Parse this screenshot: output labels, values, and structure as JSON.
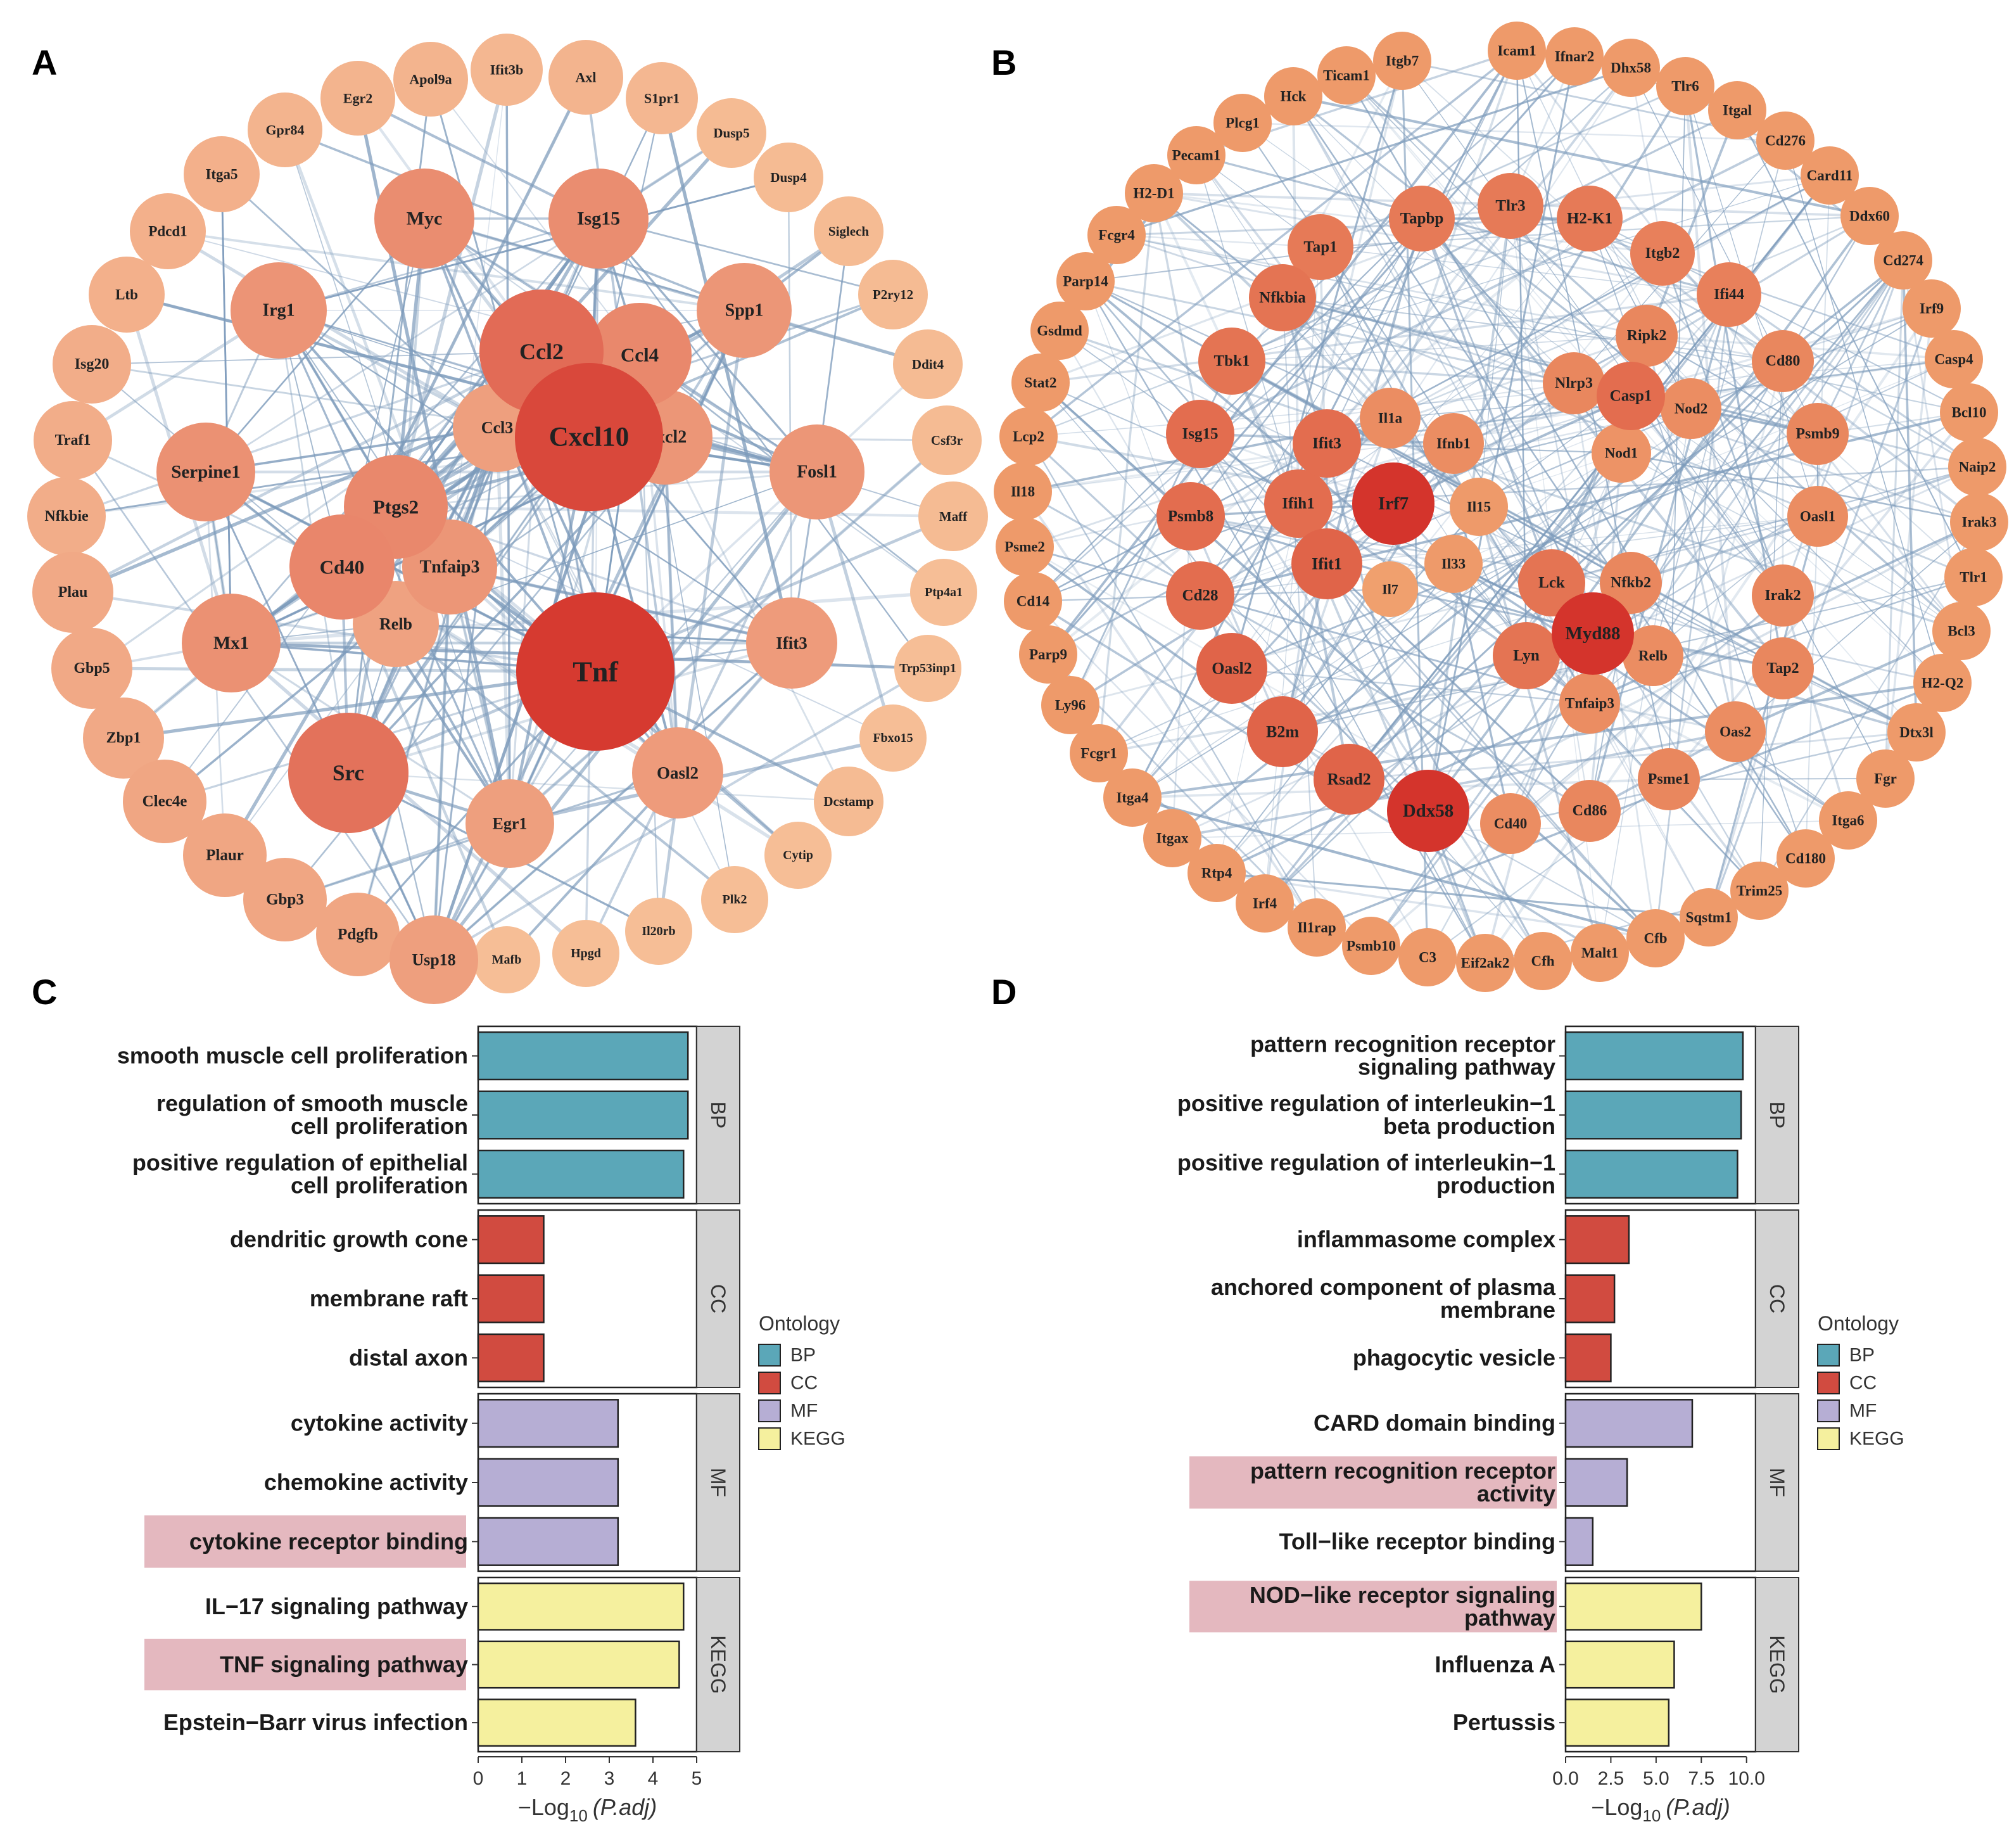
{
  "panels": {
    "A": {
      "letter": "A",
      "center": [
        0,
        0
      ],
      "nodes": [
        {
          "label": "Tnf",
          "size": 1.0
        },
        {
          "label": "Cxcl10",
          "size": 0.92
        },
        {
          "label": "Ccl2",
          "size": 0.72
        },
        {
          "label": "Src",
          "size": 0.68
        },
        {
          "label": "Ccl4",
          "size": 0.55
        },
        {
          "label": "Ptgs2",
          "size": 0.55
        },
        {
          "label": "Cd40",
          "size": 0.56
        },
        {
          "label": "Myc",
          "size": 0.52
        },
        {
          "label": "Isg15",
          "size": 0.52
        },
        {
          "label": "Mx1",
          "size": 0.5
        },
        {
          "label": "Serpine1",
          "size": 0.5
        },
        {
          "label": "Irg1",
          "size": 0.48
        },
        {
          "label": "Spp1",
          "size": 0.47
        },
        {
          "label": "Cxcl2",
          "size": 0.47
        },
        {
          "label": "Tnfaip3",
          "size": 0.47
        },
        {
          "label": "Fosl1",
          "size": 0.47
        },
        {
          "label": "Ifit3",
          "size": 0.44
        },
        {
          "label": "Oasl2",
          "size": 0.44
        },
        {
          "label": "Ccl3",
          "size": 0.42
        },
        {
          "label": "Egr1",
          "size": 0.42
        },
        {
          "label": "Usp18",
          "size": 0.42
        },
        {
          "label": "Relb",
          "size": 0.4
        },
        {
          "label": "Pdgfb",
          "size": 0.38
        },
        {
          "label": "Gbp3",
          "size": 0.38
        },
        {
          "label": "Plaur",
          "size": 0.38
        },
        {
          "label": "Clec4e",
          "size": 0.38
        },
        {
          "label": "Zbp1",
          "size": 0.36
        },
        {
          "label": "Gbp5",
          "size": 0.36
        },
        {
          "label": "Plau",
          "size": 0.36
        },
        {
          "label": "Nfkbie",
          "size": 0.34
        },
        {
          "label": "Traf1",
          "size": 0.34
        },
        {
          "label": "Isg20",
          "size": 0.34
        },
        {
          "label": "Ltb",
          "size": 0.32
        },
        {
          "label": "Pdcd1",
          "size": 0.32
        },
        {
          "label": "Itga5",
          "size": 0.32
        },
        {
          "label": "Gpr84",
          "size": 0.3
        },
        {
          "label": "Egr2",
          "size": 0.3
        },
        {
          "label": "Apol9a",
          "size": 0.3
        },
        {
          "label": "Ifit3b",
          "size": 0.28
        },
        {
          "label": "Axl",
          "size": 0.3
        },
        {
          "label": "S1pr1",
          "size": 0.28
        },
        {
          "label": "Dusp5",
          "size": 0.26
        },
        {
          "label": "Dusp4",
          "size": 0.26
        },
        {
          "label": "Siglech",
          "size": 0.26
        },
        {
          "label": "P2ry12",
          "size": 0.26
        },
        {
          "label": "Ddit4",
          "size": 0.26
        },
        {
          "label": "Csf3r",
          "size": 0.26
        },
        {
          "label": "Maff",
          "size": 0.26
        },
        {
          "label": "Ptp4a1",
          "size": 0.24
        },
        {
          "label": "Trp53inp1",
          "size": 0.24
        },
        {
          "label": "Fbxo15",
          "size": 0.24
        },
        {
          "label": "Dcstamp",
          "size": 0.26
        },
        {
          "label": "Cytip",
          "size": 0.24
        },
        {
          "label": "Plk2",
          "size": 0.24
        },
        {
          "label": "Il20rb",
          "size": 0.24
        },
        {
          "label": "Hpgd",
          "size": 0.24
        },
        {
          "label": "Mafb",
          "size": 0.24
        }
      ]
    },
    "B": {
      "letter": "B",
      "nodes": [
        {
          "label": "Irf7",
          "size": 0.7
        },
        {
          "label": "Myd88",
          "size": 0.7
        },
        {
          "label": "Ddx58",
          "size": 0.7
        },
        {
          "label": "Rsad2",
          "size": 0.55
        },
        {
          "label": "B2m",
          "size": 0.55
        },
        {
          "label": "Oasl2",
          "size": 0.55
        },
        {
          "label": "Ifit1",
          "size": 0.55
        },
        {
          "label": "Ifih1",
          "size": 0.52
        },
        {
          "label": "Ifit3",
          "size": 0.52
        },
        {
          "label": "Cd28",
          "size": 0.52
        },
        {
          "label": "Psmb8",
          "size": 0.52
        },
        {
          "label": "Isg15",
          "size": 0.52
        },
        {
          "label": "Casp1",
          "size": 0.52
        },
        {
          "label": "Lyn",
          "size": 0.5
        },
        {
          "label": "Lck",
          "size": 0.5
        },
        {
          "label": "Tbk1",
          "size": 0.5
        },
        {
          "label": "Nfkbia",
          "size": 0.5
        },
        {
          "label": "Tap1",
          "size": 0.48
        },
        {
          "label": "Tapbp",
          "size": 0.48
        },
        {
          "label": "Tlr3",
          "size": 0.48
        },
        {
          "label": "H2-K1",
          "size": 0.48
        },
        {
          "label": "Itgb2",
          "size": 0.46
        },
        {
          "label": "Ifi44",
          "size": 0.46
        },
        {
          "label": "Ripk2",
          "size": 0.44
        },
        {
          "label": "Cd80",
          "size": 0.44
        },
        {
          "label": "Nlrp3",
          "size": 0.44
        },
        {
          "label": "Nod2",
          "size": 0.42
        },
        {
          "label": "Psmb9",
          "size": 0.44
        },
        {
          "label": "Nod1",
          "size": 0.4
        },
        {
          "label": "Il1a",
          "size": 0.42
        },
        {
          "label": "Ifnb1",
          "size": 0.42
        },
        {
          "label": "Il15",
          "size": 0.38
        },
        {
          "label": "Il33",
          "size": 0.38
        },
        {
          "label": "Il7",
          "size": 0.36
        },
        {
          "label": "Nfkb2",
          "size": 0.44
        },
        {
          "label": "Relb",
          "size": 0.42
        },
        {
          "label": "Tnfaip3",
          "size": 0.42
        },
        {
          "label": "Irak2",
          "size": 0.44
        },
        {
          "label": "Tap2",
          "size": 0.44
        },
        {
          "label": "Oas2",
          "size": 0.42
        },
        {
          "label": "Psme1",
          "size": 0.44
        },
        {
          "label": "Cd86",
          "size": 0.44
        },
        {
          "label": "Cd40",
          "size": 0.42
        },
        {
          "label": "Oasl1",
          "size": 0.42
        }
      ],
      "ring": [
        "Icam1",
        "Ifnar2",
        "Dhx58",
        "Tlr6",
        "Itgal",
        "Cd276",
        "Card11",
        "Ddx60",
        "Cd274",
        "Irf9",
        "Casp4",
        "Bcl10",
        "Naip2",
        "Irak3",
        "Tlr1",
        "Bcl3",
        "H2-Q2",
        "Dtx3l",
        "Fgr",
        "Itga6",
        "Cd180",
        "Trim25",
        "Sqstm1",
        "Cfb",
        "Malt1",
        "Cfh",
        "Eif2ak2",
        "C3",
        "Psmb10",
        "Il1rap",
        "Irf4",
        "Rtp4",
        "Itgax",
        "Itga4",
        "Fcgr1",
        "Ly96",
        "Parp9",
        "Cd14",
        "Psme2",
        "Il18",
        "Lcp2",
        "Stat2",
        "Gsdmd",
        "Parp14",
        "Fcgr4",
        "H2-D1",
        "Pecam1",
        "Plcg1",
        "Hck",
        "Ticam1",
        "Itgb7"
      ]
    },
    "C": {
      "letter": "C"
    },
    "D": {
      "letter": "D"
    }
  },
  "chart_data": [
    {
      "type": "bar",
      "panel": "C",
      "orientation": "horizontal",
      "facets": [
        {
          "name": "BP",
          "color": "#5ba7b8",
          "bars": [
            {
              "term": [
                "smooth muscle cell proliferation"
              ],
              "value": 4.8,
              "highlight": false
            },
            {
              "term": [
                "regulation of smooth muscle",
                "cell proliferation"
              ],
              "value": 4.8,
              "highlight": false
            },
            {
              "term": [
                "positive regulation of epithelial",
                "cell proliferation"
              ],
              "value": 4.7,
              "highlight": false
            }
          ]
        },
        {
          "name": "CC",
          "color": "#d14b40",
          "bars": [
            {
              "term": [
                "dendritic growth cone"
              ],
              "value": 1.5,
              "highlight": false
            },
            {
              "term": [
                "membrane raft"
              ],
              "value": 1.5,
              "highlight": false
            },
            {
              "term": [
                "distal axon"
              ],
              "value": 1.5,
              "highlight": false
            }
          ]
        },
        {
          "name": "MF",
          "color": "#b6aed4",
          "bars": [
            {
              "term": [
                "cytokine activity"
              ],
              "value": 3.2,
              "highlight": false
            },
            {
              "term": [
                "chemokine activity"
              ],
              "value": 3.2,
              "highlight": false
            },
            {
              "term": [
                "cytokine receptor binding"
              ],
              "value": 3.2,
              "highlight": true
            }
          ]
        },
        {
          "name": "KEGG",
          "color": "#f5f09e",
          "bars": [
            {
              "term": [
                "IL−17 signaling pathway"
              ],
              "value": 4.7,
              "highlight": false
            },
            {
              "term": [
                "TNF signaling pathway"
              ],
              "value": 4.6,
              "highlight": true
            },
            {
              "term": [
                "Epstein−Barr virus infection"
              ],
              "value": 3.6,
              "highlight": false
            }
          ]
        }
      ],
      "xlim": [
        0,
        5
      ],
      "xticks": [
        "0",
        "1",
        "2",
        "3",
        "4",
        "5"
      ],
      "xlabel": "−Log",
      "xlabel_sub": "10",
      "xlabel_tail": "(P.adj)",
      "legend": {
        "title": "Ontology",
        "items": [
          "BP",
          "CC",
          "MF",
          "KEGG"
        ],
        "placement": "right"
      }
    },
    {
      "type": "bar",
      "panel": "D",
      "orientation": "horizontal",
      "facets": [
        {
          "name": "BP",
          "color": "#5ba7b8",
          "bars": [
            {
              "term": [
                "pattern recognition receptor",
                "signaling pathway"
              ],
              "value": 9.8,
              "highlight": false
            },
            {
              "term": [
                "positive regulation of interleukin−1",
                "beta production"
              ],
              "value": 9.7,
              "highlight": false
            },
            {
              "term": [
                "positive regulation of interleukin−1",
                "production"
              ],
              "value": 9.5,
              "highlight": false
            }
          ]
        },
        {
          "name": "CC",
          "color": "#d14b40",
          "bars": [
            {
              "term": [
                "inflammasome complex"
              ],
              "value": 3.5,
              "highlight": false
            },
            {
              "term": [
                "anchored component of plasma",
                "membrane"
              ],
              "value": 2.7,
              "highlight": false
            },
            {
              "term": [
                "phagocytic vesicle"
              ],
              "value": 2.5,
              "highlight": false
            }
          ]
        },
        {
          "name": "MF",
          "color": "#b6aed4",
          "bars": [
            {
              "term": [
                "CARD domain binding"
              ],
              "value": 7.0,
              "highlight": false
            },
            {
              "term": [
                "pattern recognition receptor",
                "activity"
              ],
              "value": 3.4,
              "highlight": true
            },
            {
              "term": [
                "Toll−like receptor binding"
              ],
              "value": 1.5,
              "highlight": false
            }
          ]
        },
        {
          "name": "KEGG",
          "color": "#f5f09e",
          "bars": [
            {
              "term": [
                "NOD−like receptor signaling",
                "pathway"
              ],
              "value": 7.5,
              "highlight": true
            },
            {
              "term": [
                "Influenza A"
              ],
              "value": 6.0,
              "highlight": false
            },
            {
              "term": [
                "Pertussis"
              ],
              "value": 5.7,
              "highlight": false
            }
          ]
        }
      ],
      "xlim": [
        0,
        10.5
      ],
      "xticks": [
        "0.0",
        "2.5",
        "5.0",
        "7.5",
        "10.0"
      ],
      "xtick_values": [
        0,
        2.5,
        5,
        7.5,
        10
      ],
      "xlabel": "−Log",
      "xlabel_sub": "10",
      "xlabel_tail": "(P.adj)",
      "legend": {
        "title": "Ontology",
        "items": [
          "BP",
          "CC",
          "MF",
          "KEGG"
        ],
        "placement": "right"
      }
    }
  ]
}
